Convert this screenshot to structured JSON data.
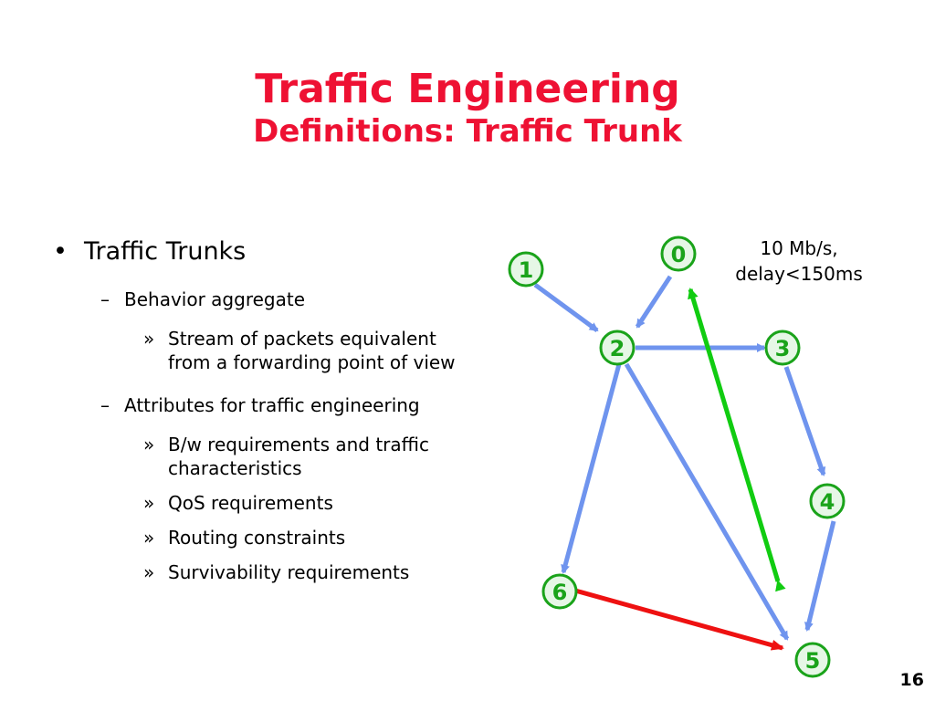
{
  "title": "Traffic Engineering",
  "subtitle": "Definitions: Traffic Trunk",
  "bullets": {
    "l1_marker": "•",
    "l2_marker": "–",
    "l3_marker": "»",
    "item": "Traffic Trunks",
    "sub1": {
      "label": "Behavior aggregate",
      "points": [
        "Stream of packets equivalent",
        "from a forwarding point of view"
      ]
    },
    "sub2": {
      "label": "Attributes for traffic engineering",
      "points": [
        [
          "B/w requirements and traffic",
          "characteristics"
        ],
        "QoS requirements",
        "Routing constraints",
        "Survivability requirements"
      ]
    }
  },
  "diagram": {
    "annotation": [
      "10 Mb/s,",
      "delay<150ms"
    ],
    "nodes": [
      "0",
      "1",
      "2",
      "3",
      "4",
      "5",
      "6"
    ],
    "colors": {
      "node_border": "#1aa31a",
      "node_fill": "#e6f7e6",
      "path": "#6f94ee",
      "trunk": "#11cc11",
      "red_path": "#ee1111"
    }
  },
  "page_number": "16"
}
